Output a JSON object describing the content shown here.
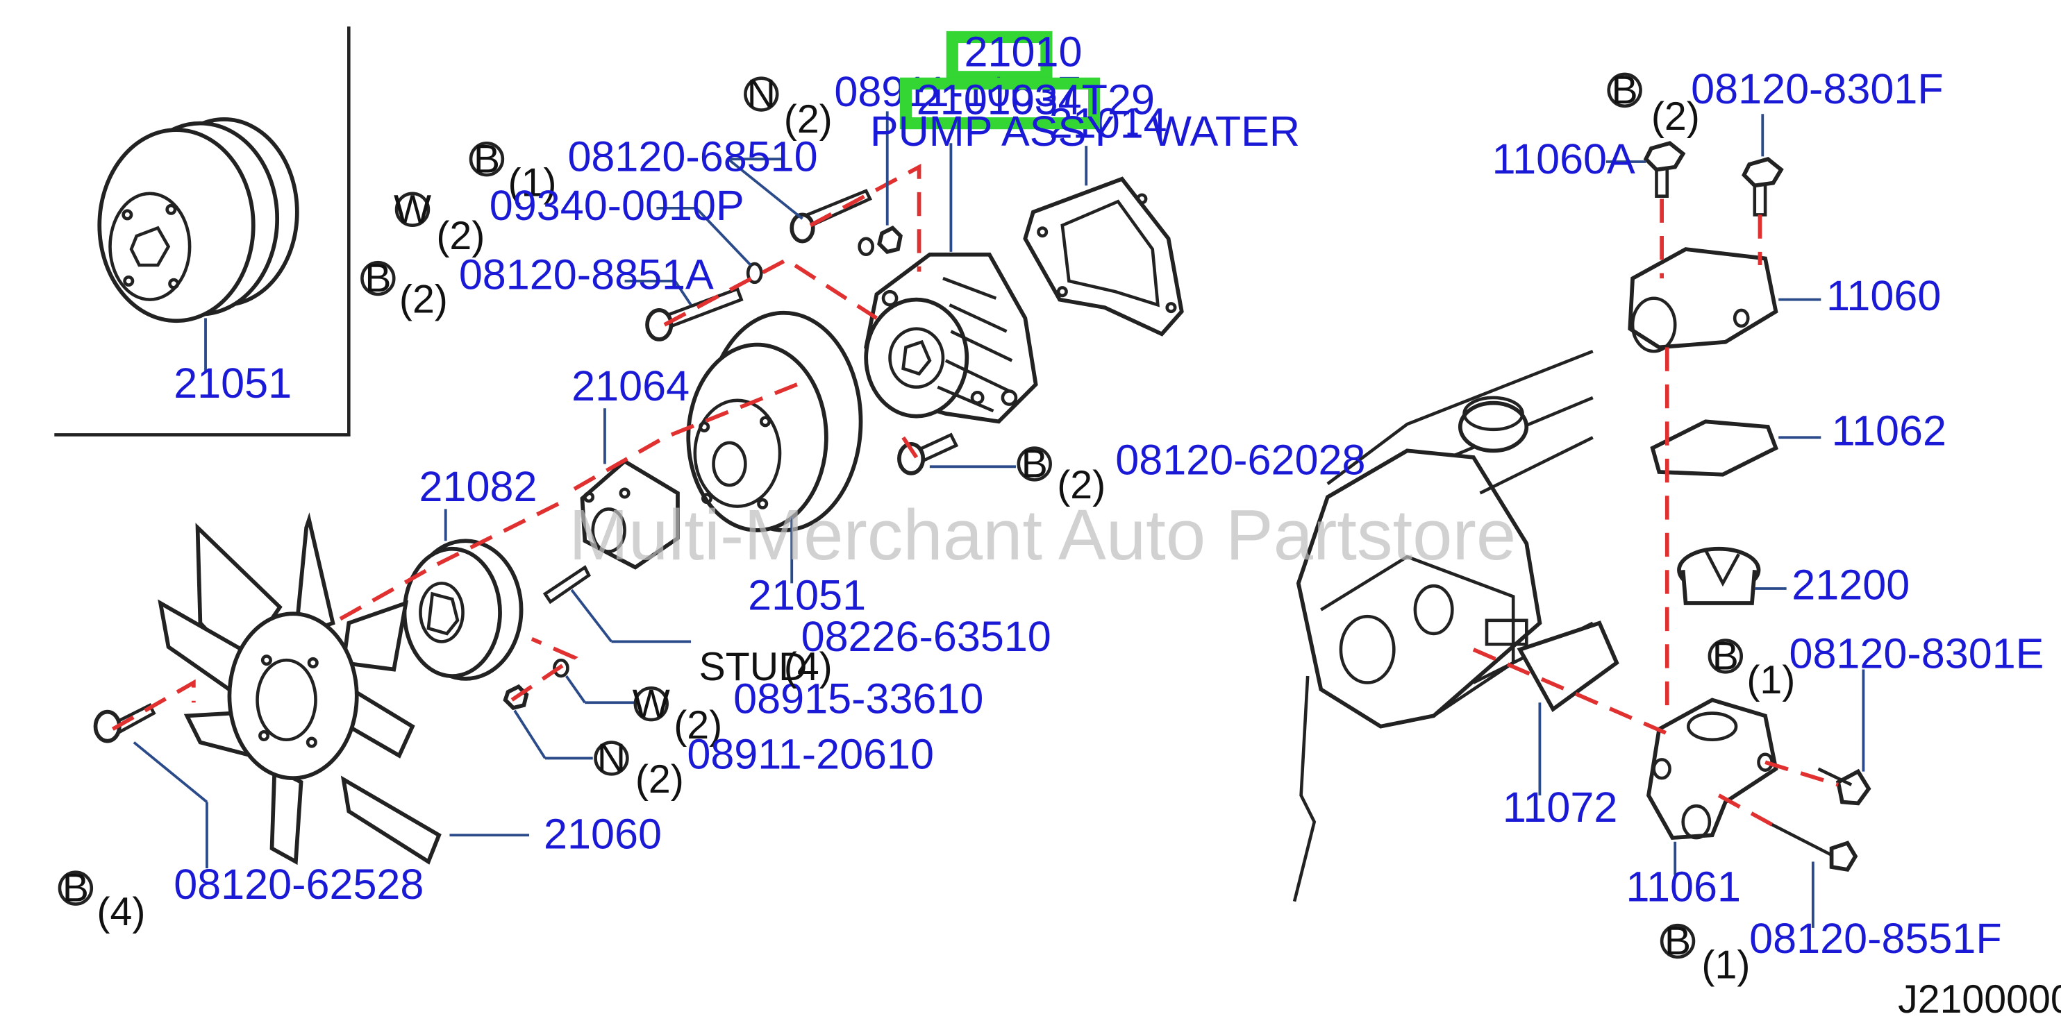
{
  "diagram_code": "J2100000",
  "watermark": "Multi-Merchant Auto Partstore",
  "highlight": {
    "part_no": "21010",
    "oem_no": "2101034T29",
    "desc": "PUMP ASSY - WATER",
    "color": "#33d633"
  },
  "callouts": [
    {
      "letter": "N",
      "qty": "(2)",
      "pn": "08911-10637"
    },
    {
      "letter": "B",
      "qty": "(1)",
      "pn": "08120-68510"
    },
    {
      "letter": "W",
      "qty": "(2)",
      "pn": "09340-0010P"
    },
    {
      "letter": "B",
      "qty": "(2)",
      "pn": "08120-8851A"
    },
    {
      "letter": "B",
      "qty": "(2)",
      "pn": "08120-62028"
    },
    {
      "letter": "W",
      "qty": "(2)",
      "pn": "08915-33610"
    },
    {
      "letter": "N",
      "qty": "(2)",
      "pn": "08911-20610"
    },
    {
      "letter": "B",
      "qty": "(4)",
      "pn": "08120-62528"
    },
    {
      "letter": "B",
      "qty": "(2)",
      "pn": "08120-8301F"
    },
    {
      "letter": "B",
      "qty": "(1)",
      "pn": "08120-8301E"
    },
    {
      "letter": "B",
      "qty": "(1)",
      "pn": "08120-8551F"
    }
  ],
  "parts": {
    "p21014": "21014",
    "p21051_inset": "21051",
    "p21051": "21051",
    "p21064": "21064",
    "p21082": "21082",
    "p21060": "21060",
    "p11060A": "11060A",
    "p11060": "11060",
    "p11062": "11062",
    "p21200": "21200",
    "p11072": "11072",
    "p11061": "11061",
    "stud_pn": "08226-63510",
    "stud_label": "STUD",
    "stud_qty": "(4)"
  },
  "colors": {
    "part_number": "#1a1ad6",
    "dashed_line": "#e03030",
    "highlight": "#33d633"
  }
}
